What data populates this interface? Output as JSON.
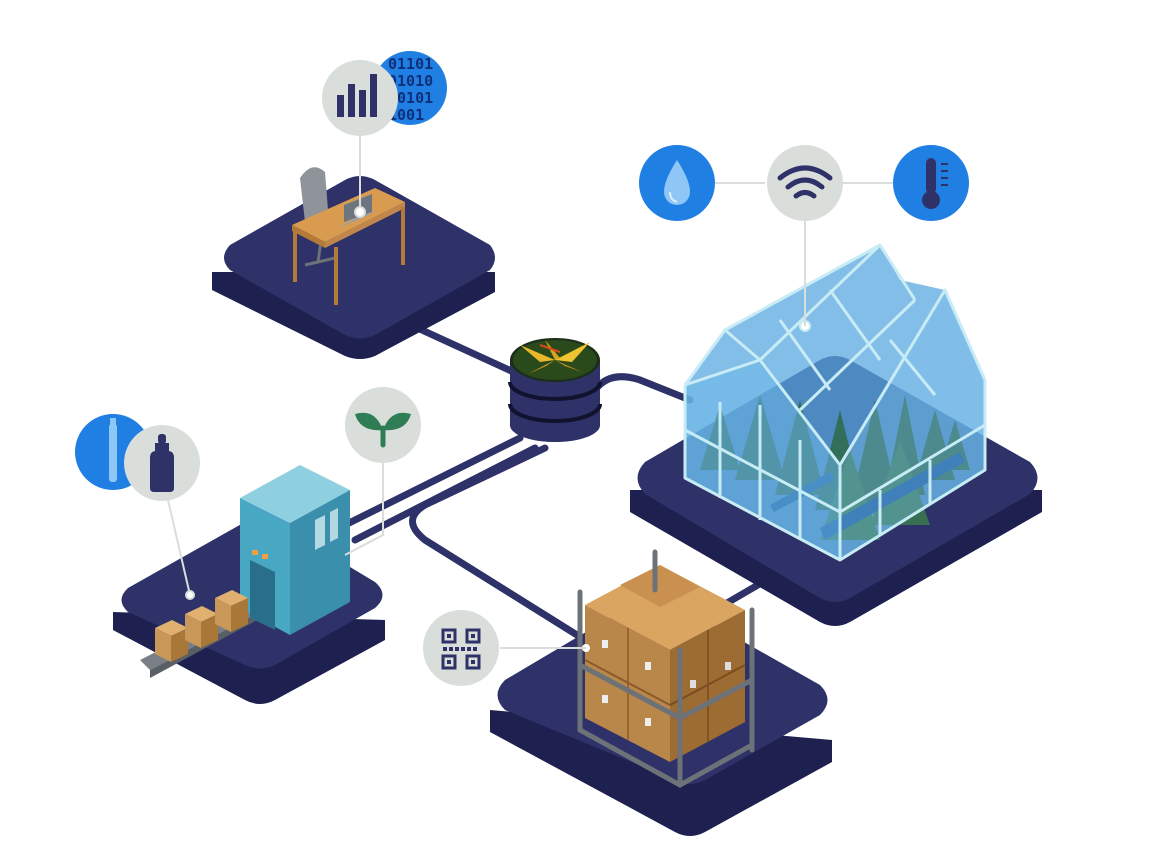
{
  "binary_badge": {
    "lines": [
      "01101",
      "01010",
      "10101",
      "1001"
    ]
  },
  "icons": [
    "bar-chart-icon",
    "binary-data-icon",
    "water-drop-icon",
    "wifi-icon",
    "thermometer-icon",
    "sprout-icon",
    "vape-pen-icon",
    "dropper-bottle-icon",
    "qr-code-icon",
    "cannabis-leaf-icon"
  ],
  "colors": {
    "platform_top": "#2e3268",
    "platform_side": "#1e2050",
    "connector": "#2e3268",
    "icon_badge_gray": "#d9dedb",
    "icon_badge_blue": "#1f7fe3",
    "icon_glyph_navy": "#2e3268",
    "icon_glyph_green": "#2f7d55",
    "glass": "#5aa8e0",
    "glass_frame": "#bfe6f2",
    "cardboard": "#c99858",
    "machine": "#48a8c4"
  }
}
